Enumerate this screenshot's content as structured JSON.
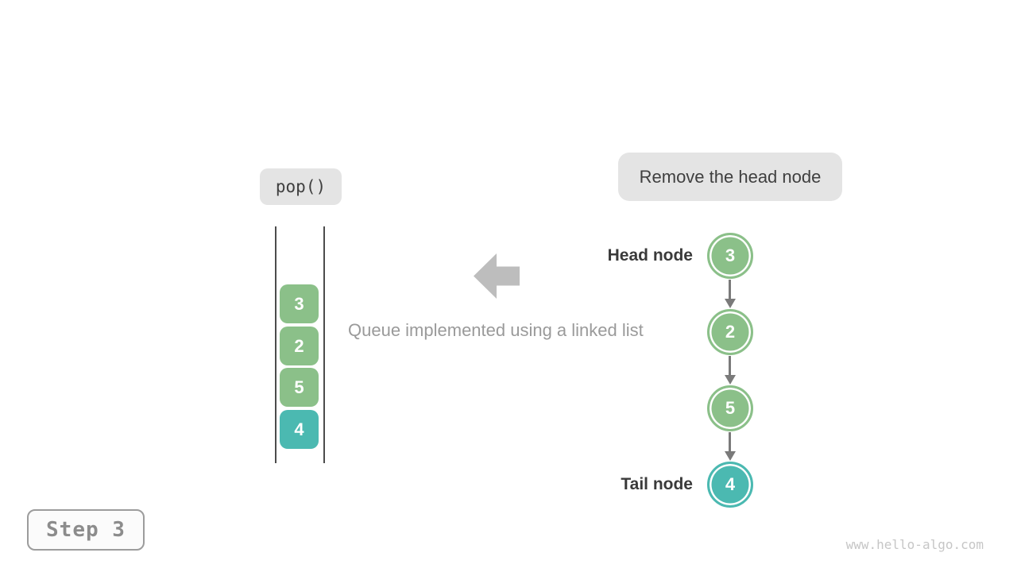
{
  "colors": {
    "green": "#8BC089",
    "teal": "#4BB9B1",
    "label_bg": "#E4E4E4",
    "dark_text": "#3F3F3F",
    "gray_text": "#9A9A9A",
    "big_arrow": "#BDBDBD",
    "link_arrow": "#7A7A7A",
    "container_line": "#4C4C4C",
    "label_dark": "#3A3A3A",
    "step_border": "#9C9C9C",
    "step_text": "#8C8C8C",
    "watermark": "#C6C6C6"
  },
  "operation": {
    "label": "pop()"
  },
  "annotation": {
    "label": "Remove the head node"
  },
  "caption": "Queue implemented using a linked list",
  "queue": {
    "items": [
      {
        "value": "3",
        "color": "#8BC089"
      },
      {
        "value": "2",
        "color": "#8BC089"
      },
      {
        "value": "5",
        "color": "#8BC089"
      },
      {
        "value": "4",
        "color": "#4BB9B1"
      }
    ]
  },
  "linked_list": {
    "head_label": "Head node",
    "tail_label": "Tail node",
    "nodes": [
      {
        "value": "3",
        "color": "#8BC089"
      },
      {
        "value": "2",
        "color": "#8BC089"
      },
      {
        "value": "5",
        "color": "#8BC089"
      },
      {
        "value": "4",
        "color": "#4BB9B1"
      }
    ]
  },
  "step_badge": {
    "label": "Step 3"
  },
  "watermark": "www.hello-algo.com"
}
